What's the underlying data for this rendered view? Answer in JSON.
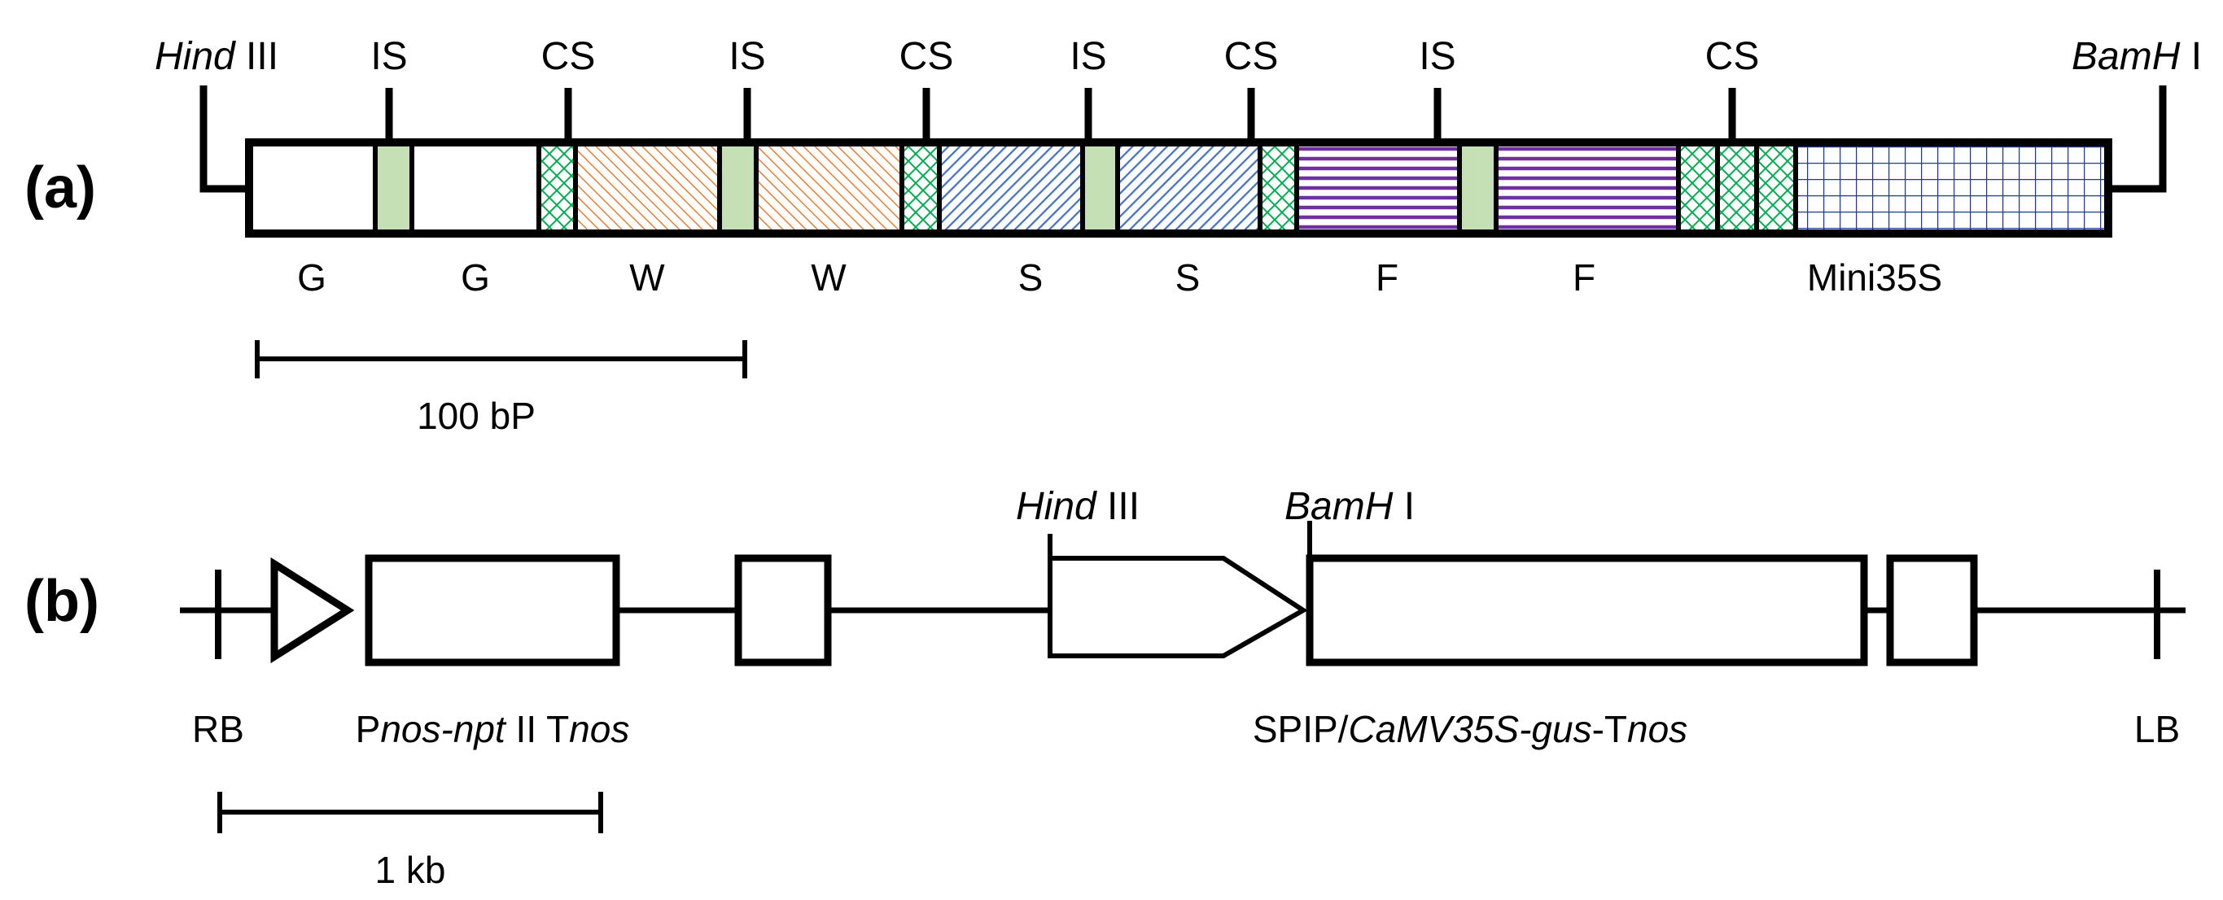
{
  "panel_a": {
    "label": "(a)",
    "hind3_label": {
      "italic": "Hind",
      "roman": " III"
    },
    "bamh1_label": {
      "italic": "BamH",
      "roman": " I"
    },
    "is_label": "IS",
    "cs_label": "CS",
    "segment_labels": [
      "G",
      "G",
      "W",
      "W",
      "S",
      "S",
      "F",
      "F",
      "Mini35S"
    ],
    "scale_label": "100 bP"
  },
  "panel_b": {
    "label": "(b)",
    "hind3_label": {
      "italic": "Hind",
      "roman": " III"
    },
    "bamh1_label": {
      "italic": "BamH",
      "roman": " I"
    },
    "rb_label": "RB",
    "lb_label": "LB",
    "nptii_label": {
      "p1": "P",
      "p2": "nos-npt",
      "p3": " II T",
      "p4": "nos"
    },
    "gus_label": {
      "p1": "SPIP/",
      "p2": "CaMV35S-gus",
      "p3": "-T",
      "p4": "nos"
    },
    "scale_label": "1 kb"
  },
  "colors": {
    "is_green": "#c5e0b4",
    "cs_green": "#00b050",
    "w_orange": "#ed7d31",
    "s_blue": "#4472c4",
    "f_purple": "#7030a0",
    "mini35s_navy": "#1f3a93",
    "line": "#000000"
  }
}
